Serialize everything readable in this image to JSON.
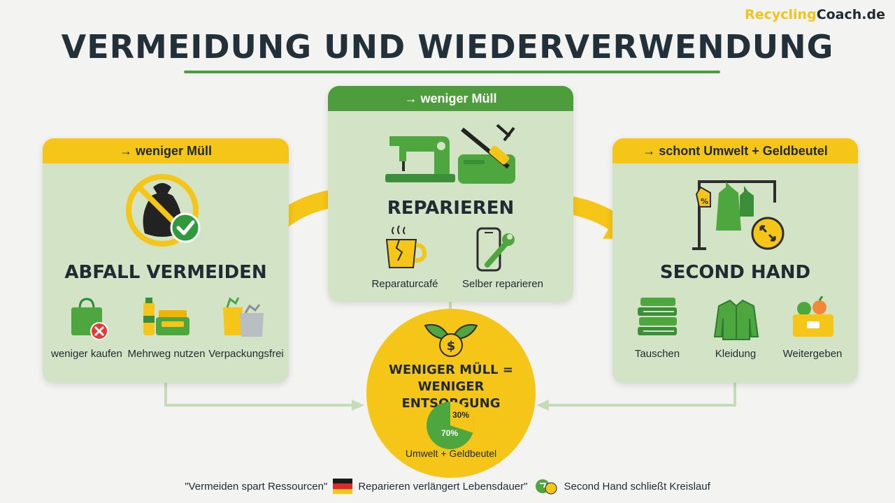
{
  "brand": {
    "part1": "Recycling",
    "part2": "Coach.de"
  },
  "title": "VERMEIDUNG UND WIEDERVERWENDUNG",
  "colors": {
    "yellow": "#f5c518",
    "green": "#4e9d3c",
    "card": "#d3e3c6",
    "dark": "#1f2a33"
  },
  "left_card": {
    "banner": "→ weniger Müll",
    "title": "ABFALL VERMEIDEN",
    "items": [
      {
        "label": "weniger kaufen",
        "icon": "shopping-bag-cross-icon"
      },
      {
        "label": "Mehrweg nutzen",
        "icon": "reusable-containers-icon"
      },
      {
        "label": "Verpackungsfrei",
        "icon": "unpackaged-bags-icon"
      }
    ],
    "main_icon": "no-trash-bag-icon"
  },
  "center_card": {
    "banner": "→ weniger Müll",
    "title": "REPARIEREN",
    "items": [
      {
        "label": "Reparaturcafé",
        "icon": "broken-cup-icon"
      },
      {
        "label": "Selber reparieren",
        "icon": "phone-wrench-icon"
      }
    ],
    "main_icon": "sewing-machine-toaster-icon"
  },
  "right_card": {
    "banner": "→ schont Umwelt + Geldbeutel",
    "title": "SECOND HAND",
    "items": [
      {
        "label": "Tauschen",
        "icon": "book-stack-icon"
      },
      {
        "label": "Kleidung",
        "icon": "jacket-icon"
      },
      {
        "label": "Weitergeben",
        "icon": "basket-icon"
      }
    ],
    "main_icon": "clothes-rack-icon"
  },
  "center_circle": {
    "title_line1": "WENIGER MÜLL =",
    "title_line2": "WENIGER ENTSORGUNG",
    "caption": "Umwelt + Geldbeutel",
    "pie_small_label": "30%",
    "pie_large_label": "70%",
    "pie_small_fraction": 0.3,
    "icon": "money-leaf-icon"
  },
  "footer": {
    "quote1": "\"Vermeiden spart Ressourcen\"",
    "quote2": "Reparieren verlängert Lebensdauer\"",
    "quote3": "Second Hand schließt Kreislauf"
  }
}
